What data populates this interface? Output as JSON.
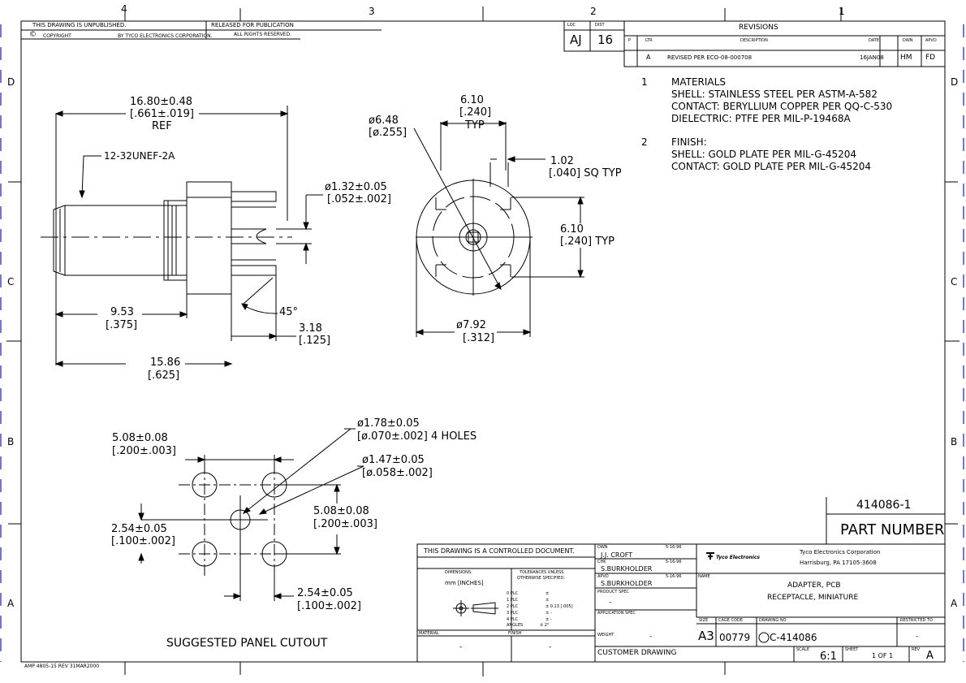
{
  "border": {
    "zones_top": [
      "4",
      "3",
      "2",
      "1"
    ],
    "zones_left": [
      "D",
      "C",
      "B",
      "A"
    ],
    "zones_right": [
      "D",
      "C",
      "B",
      "A"
    ]
  },
  "top_block": {
    "unpublished": "THIS DRAWING IS UNPUBLISHED.",
    "released": "RELEASED FOR PUBLICATION",
    "copyright": "COPYRIGHT",
    "by": "BY TYCO ELECTRONICS CORPORATION.",
    "rights": "ALL RIGHTS RESERVED.",
    "loc_label": "LOC",
    "loc_value": "AJ",
    "dist_label": "DIST",
    "dist_value": "16"
  },
  "revisions": {
    "title": "REVISIONS",
    "p_label": "P",
    "headers": [
      "LTR",
      "DESCRIPTION",
      "DATE",
      "DWN",
      "APVD"
    ],
    "rows": [
      {
        "ltr": "A",
        "description": "REVISED PER ECO-08-000708",
        "date": "16JAN08",
        "dwn": "HM",
        "apvd": "FD"
      }
    ]
  },
  "notes": [
    {
      "num": "1",
      "lines": [
        "MATERIALS",
        "SHELL: STAINLESS STEEL PER ASTM-A-582",
        "CONTACT: BERYLLIUM COPPER PER QQ-C-530",
        "DIELECTRIC: PTFE PER MIL-P-19468A"
      ]
    },
    {
      "num": "2",
      "lines": [
        "FINISH:",
        "SHELL: GOLD PLATE PER MIL-G-45204",
        "CONTACT: GOLD PLATE PER MIL-G-45204"
      ]
    }
  ],
  "dims": {
    "overall_top": [
      "16.80±0.48",
      "[.661±.019]",
      "REF"
    ],
    "thread": "12-32UNEF-2A",
    "pin_dia": [
      "ø1.32±0.05",
      "[.052±.002]"
    ],
    "body_len": [
      "9.53",
      "[.375]"
    ],
    "flange": [
      "3.18",
      "[.125]"
    ],
    "overall_bottom": [
      "15.86",
      "[.625]"
    ],
    "angle": "45°",
    "face_dia": [
      "ø6.48",
      "[ø.255]"
    ],
    "square_top": [
      "6.10",
      "[.240]",
      "TYP"
    ],
    "square_pin": [
      "1.02",
      "[.040] SQ TYP"
    ],
    "square_side": [
      "6.10",
      "[.240] TYP"
    ],
    "flange_dia": [
      "ø7.92",
      "[.312]"
    ],
    "cut_spacing": [
      "5.08±0.08",
      "[.200±.003]"
    ],
    "holes_outer": [
      "ø1.78±0.05",
      "[ø.070±.002] 4 HOLES"
    ],
    "hole_center": [
      "ø1.47±0.05",
      "[ø.058±.002]"
    ],
    "cut_vert": [
      "5.08±0.08",
      "[.200±.003]"
    ],
    "cut_half_left": [
      "2.54±0.05",
      "[.100±.002]"
    ],
    "cut_half_bottom": [
      "2.54±0.05",
      "[.100±.002]"
    ],
    "cutout_caption": "SUGGESTED PANEL CUTOUT"
  },
  "title_block": {
    "controlled": "THIS DRAWING IS A CONTROLLED DOCUMENT.",
    "dimensions_label": "DIMENSIONS:",
    "units": "mm [INCHES]",
    "tolerances": [
      "TOLERANCES UNLESS",
      "OTHERWISE SPECIFIED:"
    ],
    "tol_rows": [
      {
        "label": "0 PLC",
        "value": "±"
      },
      {
        "label": "1 PLC",
        "value": "±"
      },
      {
        "label": "2 PLC",
        "value": "± 0.13 [.005]"
      },
      {
        "label": "3 PLC",
        "value": "± -"
      },
      {
        "label": "4 PLC",
        "value": "± -"
      },
      {
        "label": "ANGLES",
        "value": "± 2°"
      }
    ],
    "material_label": "MATERIAL",
    "finish_label": "FINISH",
    "material_value": "-",
    "finish_value": "-",
    "dwn_label": "DWN",
    "dwn_name": "J.J. CROFT",
    "dwn_date": "5-16-96",
    "chk_label": "CHK",
    "chk_name": "S.BURKHOLDER",
    "chk_date": "5-16-96",
    "apvd_label": "APVD",
    "apvd_name": "S.BURKHOLDER",
    "apvd_date": "5-16-96",
    "product_spec_label": "PRODUCT SPEC",
    "product_spec_value": "-",
    "app_spec_label": "APPLICATION SPEC",
    "weight_label": "WEIGHT",
    "weight_value": "-",
    "company_logo": "Tyco Electronics",
    "company_name": "Tyco Electronics Corporation",
    "company_city": "Harrisburg, PA 17105-3608",
    "name_label": "NAME",
    "name_lines": [
      "ADAPTER, PCB",
      "RECEPTACLE, MINIATURE"
    ],
    "size_label": "SIZE",
    "size_value": "A3",
    "cage_label": "CAGE CODE",
    "cage_value": "00779",
    "drawing_no_label": "DRAWING NO",
    "drawing_no": "C-414086",
    "restricted_label": "RESTRICTED TO",
    "restricted_value": "-",
    "customer": "CUSTOMER DRAWING",
    "scale_label": "SCALE",
    "scale_value": "6:1",
    "sheet_label": "SHEET",
    "sheet_value": "1 OF 1",
    "rev_label": "REV",
    "rev_value": "A"
  },
  "part_number": {
    "value": "414086-1",
    "label": "PART NUMBER"
  },
  "footer": "AMP 4805-15 REV 31MAR2000"
}
